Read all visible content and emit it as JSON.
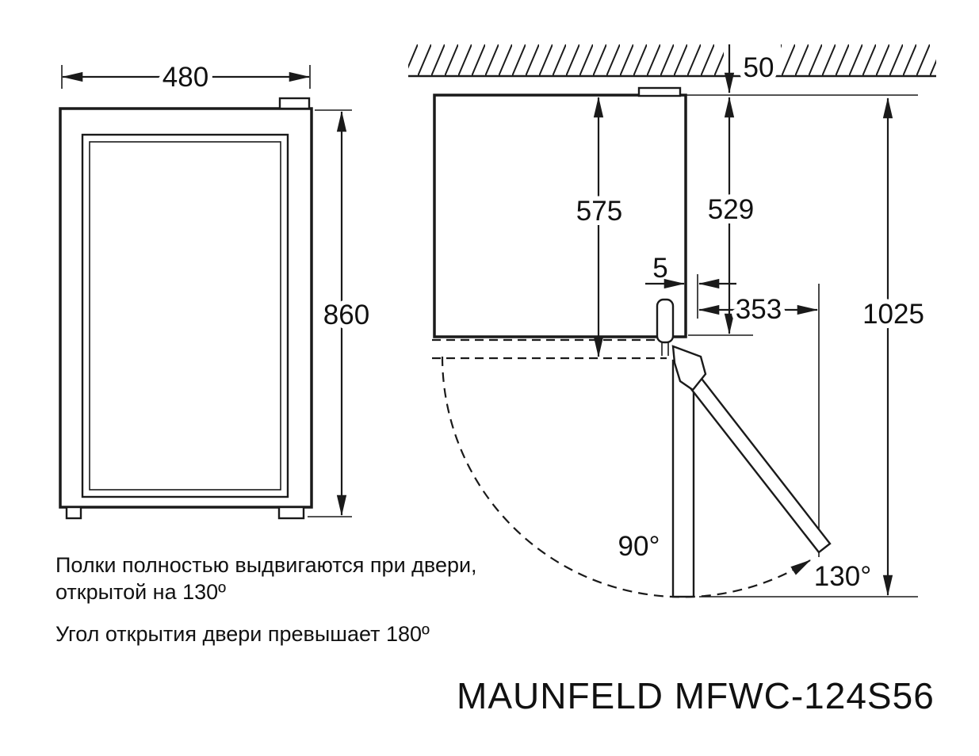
{
  "colors": {
    "line": "#1a1a1a",
    "background": "#ffffff"
  },
  "front_view": {
    "width_mm": "480",
    "height_mm": "860"
  },
  "plan_view": {
    "wall_clearance_mm": "50",
    "depth_with_door_mm": "575",
    "body_depth_mm": "529",
    "door_gap_mm": "5",
    "swing_clearance_mm": "353",
    "required_depth_mm": "1025",
    "door_angle_90": "90°",
    "door_angle_130": "130°"
  },
  "notes": {
    "line1": "Полки полностью выдвигаются при двери,",
    "line2": "открытой на 130º",
    "line3": "Угол открытия двери превышает 180º"
  },
  "model_name": "MAUNFELD MFWC-124S56"
}
